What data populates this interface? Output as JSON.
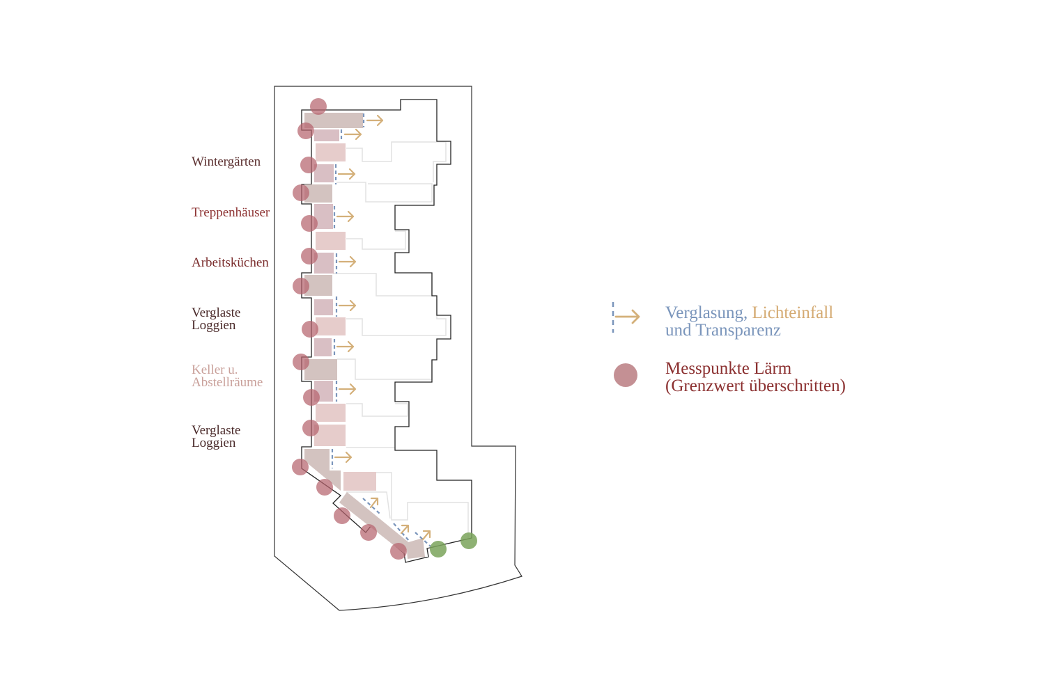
{
  "labels": {
    "wintergaerten": "Wintergärten",
    "treppenhaeuser": "Treppenhäuser",
    "arbeitskuechen": "Arbeitsküchen",
    "loggien1_line1": "Verglaste",
    "loggien1_line2": "Loggien",
    "keller_line1": "Keller u.",
    "keller_line2": "Abstellräume",
    "loggien2_line1": "Verglaste",
    "loggien2_line2": "Loggien"
  },
  "legend": {
    "glazing_part1": "Verglasung,",
    "glazing_part2": "Lichteinfall",
    "glazing_line2": "und Transparenz",
    "noise_line1": "Messpunkte Lärm",
    "noise_line2": "(Grenzwert überschritten)"
  },
  "colors": {
    "noise_point": "#b5646d",
    "quiet_point": "#7aa35a",
    "glazing": "#7a95bb",
    "light": "#d4b07a",
    "keller": "#d3c3c0",
    "treppen": "#d9bfc4",
    "loggia": "#e6cccb"
  }
}
